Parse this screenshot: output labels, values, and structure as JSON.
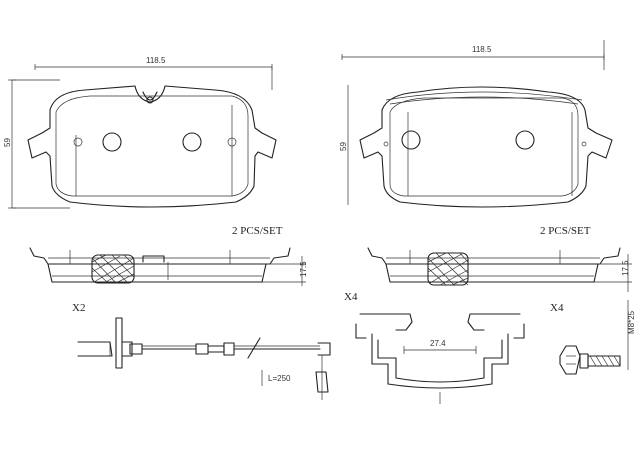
{
  "pad_left": {
    "width_dim": "118.5",
    "height_dim": "59",
    "pcs_label": "2 PCS/SET",
    "thickness_dim": "17.5"
  },
  "pad_right": {
    "width_dim": "118.5",
    "height_dim": "59",
    "pcs_label": "2 PCS/SET",
    "thickness_dim": "17.5"
  },
  "sensor": {
    "qty_label": "X2",
    "length_dim": "L=250"
  },
  "clip": {
    "qty_label": "X4",
    "width_dim": "27.4"
  },
  "bolt": {
    "qty_label": "X4",
    "thread_dim": "M8*25"
  }
}
